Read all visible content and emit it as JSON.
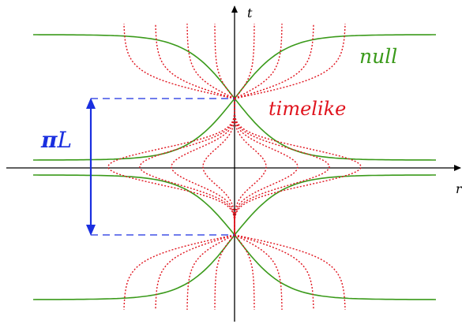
{
  "labels": {
    "t_axis": "t",
    "r_axis": "r",
    "null": "null",
    "timelike": "timelike",
    "pi_symbol": "π",
    "pi_suffix": "L"
  },
  "colors": {
    "null": "#3a9a1a",
    "timelike": "#e0141e",
    "interval": "#1a2fe0",
    "axis": "#000000"
  }
}
